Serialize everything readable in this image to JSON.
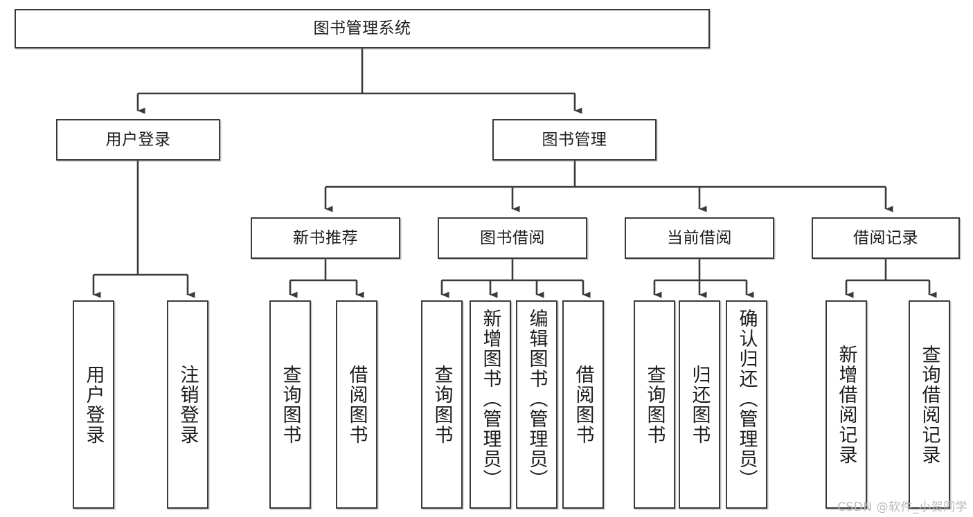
{
  "diagram": {
    "title": "图书管理系统",
    "type": "tree-hierarchy",
    "watermark": "CSDN @软件_小贺同学",
    "colors": {
      "stroke": "#3a3a3a",
      "fill": "#ffffff",
      "text": "#1d1d1d",
      "watermark": "#b9b9b9"
    },
    "root": {
      "id": "root",
      "label": "图书管理系统"
    },
    "level2": [
      {
        "id": "user-login",
        "label": "用户登录"
      },
      {
        "id": "book-manage",
        "label": "图书管理"
      }
    ],
    "level3": [
      {
        "id": "new-book-rec",
        "label": "新书推荐",
        "parent": "book-manage"
      },
      {
        "id": "book-borrow",
        "label": "图书借阅",
        "parent": "book-manage"
      },
      {
        "id": "current-borrow",
        "label": "当前借阅",
        "parent": "book-manage"
      },
      {
        "id": "borrow-record",
        "label": "借阅记录",
        "parent": "book-manage"
      }
    ],
    "leaves": {
      "user-login": [
        {
          "id": "leaf-user-login",
          "label": "用户登录"
        },
        {
          "id": "leaf-logout",
          "label": "注销登录"
        }
      ],
      "new-book-rec": [
        {
          "id": "leaf-query-book-1",
          "label": "查询图书"
        },
        {
          "id": "leaf-borrow-book-1",
          "label": "借阅图书"
        }
      ],
      "book-borrow": [
        {
          "id": "leaf-query-book-2",
          "label": "查询图书"
        },
        {
          "id": "leaf-add-book",
          "label": "新增图书（管理员）"
        },
        {
          "id": "leaf-edit-book",
          "label": "编辑图书（管理员）"
        },
        {
          "id": "leaf-borrow-book-2",
          "label": "借阅图书"
        }
      ],
      "current-borrow": [
        {
          "id": "leaf-query-book-3",
          "label": "查询图书"
        },
        {
          "id": "leaf-return-book",
          "label": "归还图书"
        },
        {
          "id": "leaf-confirm-return",
          "label": "确认归还（管理员）"
        }
      ],
      "borrow-record": [
        {
          "id": "leaf-add-record",
          "label": "新增借阅记录"
        },
        {
          "id": "leaf-query-record",
          "label": "查询借阅记录"
        }
      ]
    }
  }
}
